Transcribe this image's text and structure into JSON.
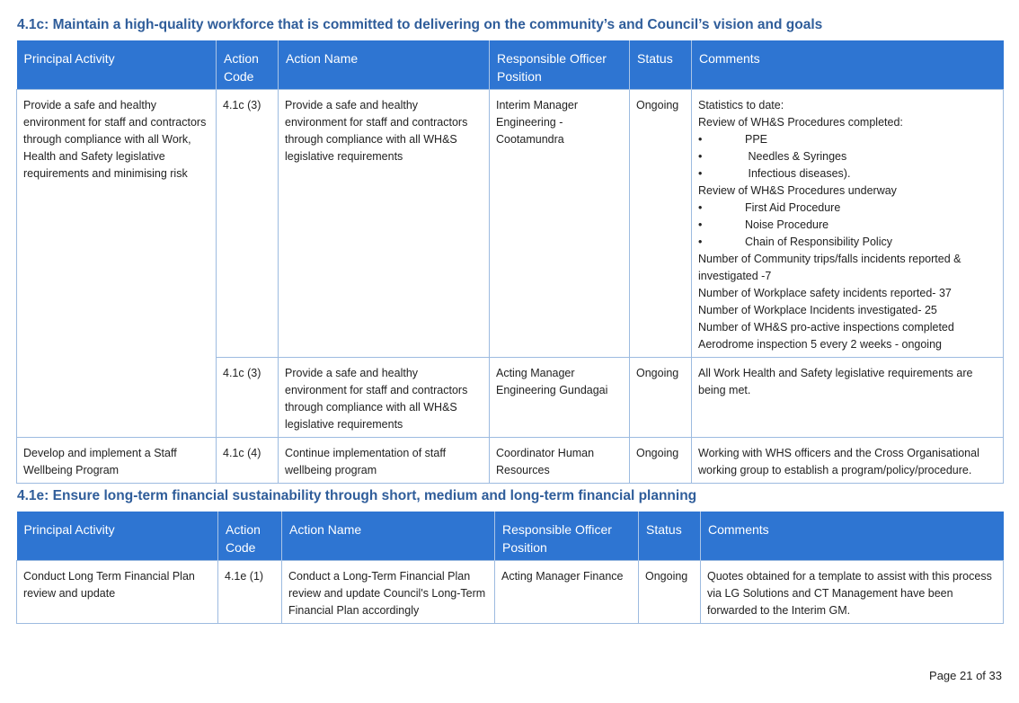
{
  "section1": {
    "heading": "4.1c: Maintain a high-quality workforce that is committed to delivering on the community’s and Council’s vision and goals",
    "headers": [
      "Principal Activity",
      "Action Code",
      "Action Name",
      "Responsible Officer Position",
      "Status",
      "Comments"
    ],
    "rows": [
      {
        "principal": "Provide a safe and healthy environment for staff and contractors through compliance with all Work, Health and Safety legislative requirements and minimising risk",
        "code": "4.1c (3)",
        "action": "Provide a safe and healthy environment for staff and contractors through compliance with all WH&S legislative requirements",
        "officer": "Interim Manager Engineering - Cootamundra",
        "status": "Ongoing",
        "comments": {
          "l1": "Statistics to date:",
          "l2": "Review of WH&S Procedures completed:",
          "b1": "PPE",
          "b2": " Needles & Syringes",
          "b3": " Infectious diseases).",
          "l3": "Review of WH&S Procedures underway",
          "b4": "First Aid Procedure",
          "b5": "Noise Procedure",
          "b6": "Chain of Responsibility Policy",
          "l4": "Number of Community trips/falls incidents reported & investigated -7",
          "l5": "Number of Workplace safety incidents reported- 37",
          "l6": "Number of Workplace Incidents investigated- 25",
          "l7": "Number of WH&S pro-active inspections completed",
          "l8": "Aerodrome inspection 5 every 2 weeks - ongoing"
        }
      },
      {
        "code": "4.1c (3)",
        "action": "Provide a safe and healthy environment for staff and contractors through compliance with all WH&S legislative requirements",
        "officer": "Acting Manager Engineering Gundagai",
        "status": "Ongoing",
        "comments": "All Work Health and Safety legislative requirements are being met."
      },
      {
        "principal": "Develop and implement a Staff Wellbeing Program",
        "code": "4.1c (4)",
        "action": "Continue implementation of staff wellbeing program",
        "officer": "Coordinator Human Resources",
        "status": "Ongoing",
        "comments": "Working with WHS officers and the Cross Organisational working group to establish a program/policy/procedure."
      }
    ]
  },
  "section2": {
    "heading": "4.1e: Ensure long-term financial sustainability through short, medium and long-term financial planning",
    "headers": [
      "Principal Activity",
      "Action Code",
      "Action Name",
      "Responsible Officer Position",
      "Status",
      "Comments"
    ],
    "rows": [
      {
        "principal": "Conduct Long Term Financial Plan review and update",
        "code": "4.1e (1)",
        "action": "Conduct a Long-Term Financial Plan review and update Council's Long-Term Financial Plan accordingly",
        "officer": "Acting Manager Finance",
        "status": "Ongoing",
        "comments": "Quotes obtained for a template to assist with this process via LG Solutions and CT Management have been forwarded to the Interim GM."
      }
    ]
  },
  "bullet_char": "•",
  "page": "Page 21 of 33"
}
